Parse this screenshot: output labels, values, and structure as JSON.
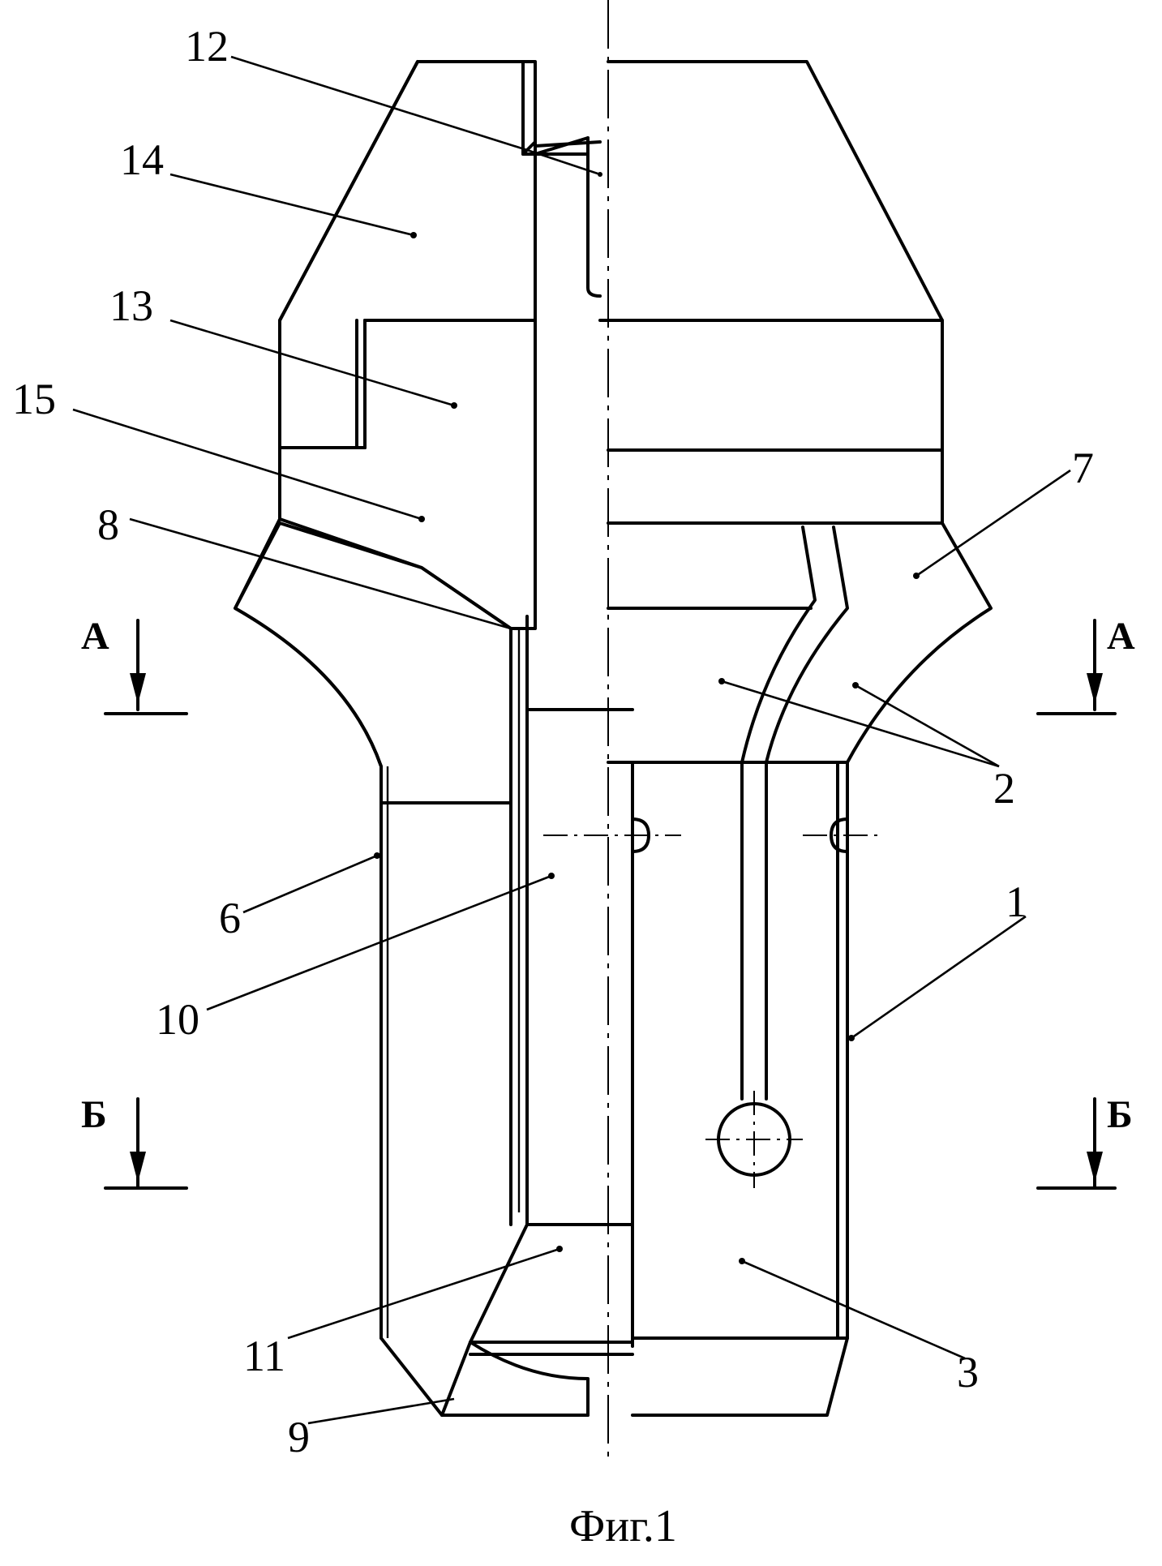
{
  "caption": "Фиг.1",
  "labels": {
    "n12": "12",
    "n14": "14",
    "n13": "13",
    "n15": "15",
    "n8": "8",
    "n7": "7",
    "n2": "2",
    "n6": "6",
    "n1": "1",
    "n10": "10",
    "n11": "11",
    "n9": "9",
    "n3": "3"
  },
  "sections": {
    "a_left": "А",
    "a_right": "А",
    "b_left": "Б",
    "b_right": "Б"
  }
}
